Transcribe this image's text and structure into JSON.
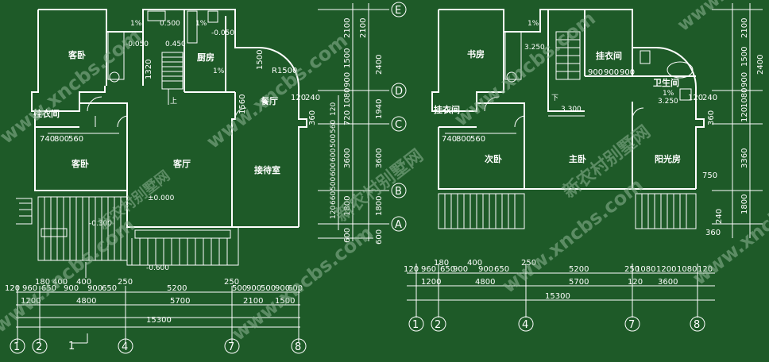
{
  "colors": {
    "background": "#1e5a28",
    "line": "#ffffff",
    "watermark": "#8fb596"
  },
  "watermark": {
    "text": "www.xncbs.com",
    "text_cn": "新农村别墅网"
  },
  "plan_left": {
    "rooms": {
      "bedroom_top": "客卧",
      "kitchen": "厨房",
      "dining": "餐厅",
      "closet": "挂衣间",
      "bedroom_left": "客卧",
      "living": "客厅",
      "reception": "接待室"
    },
    "levels": {
      "l1": "-0.050",
      "l2": "0.500",
      "l3": "0.450",
      "l4": "-0.050",
      "l5": "±0.000",
      "l6": "-0.300",
      "l7": "-0.600"
    },
    "slopes": {
      "s1": "1%",
      "s2": "1%",
      "s3": "1%"
    },
    "dims": {
      "d1320": "1320",
      "d1560": "1560",
      "d1500": "1500",
      "r1500": "R1500",
      "d120a": "120",
      "d240": "240",
      "d360": "360",
      "d740": "740",
      "d800": "800",
      "d560": "560",
      "b_row1": [
        "120",
        "960",
        "180",
        "650",
        "400",
        "900",
        "400",
        "900",
        "650",
        "250",
        "5200",
        "250",
        "500",
        "900",
        "500",
        "900",
        "600"
      ],
      "b_1200": "1200",
      "b_4800": "4800",
      "b_5700": "5700",
      "b_2100": "2100",
      "b_1500": "1500",
      "b_15300": "15300",
      "up": "上"
    },
    "axes": [
      "1",
      "2",
      "4",
      "7",
      "8"
    ],
    "axis_label": "1"
  },
  "vertical_dims": {
    "right_col": [
      "2100",
      "1500",
      "900",
      "1080",
      "720",
      "3600",
      "1800",
      "600"
    ],
    "sub_col": [
      "2100",
      "2400",
      "1940",
      "3600",
      "1800",
      "600"
    ],
    "mini_col": [
      "120",
      "560",
      "500",
      "600",
      "600",
      "500",
      "660",
      "120"
    ],
    "axes": [
      "E",
      "D",
      "C",
      "B",
      "A"
    ]
  },
  "plan_right": {
    "rooms": {
      "study": "书房",
      "closet_top": "挂衣间",
      "bath": "卫生间",
      "closet_left": "挂衣间",
      "second_bed": "次卧",
      "master_bed": "主卧",
      "sunroom": "阳光房"
    },
    "levels": {
      "l1": "3.250",
      "l2": "3.300",
      "l3": "3.250"
    },
    "slopes": {
      "s1": "1%",
      "s2": "1%"
    },
    "dims": {
      "t900a": "900",
      "t900b": "900",
      "t900c": "900",
      "d120": "120",
      "d240": "240",
      "d360": "360",
      "d750": "750",
      "d740": "740",
      "d800": "800",
      "d560": "560",
      "b_row1": [
        "120",
        "960",
        "180",
        "650",
        "900",
        "400",
        "900",
        "650",
        "250",
        "5200",
        "250",
        "1080",
        "1200",
        "1080",
        "120"
      ],
      "b_1200": "1200",
      "b_4800": "4800",
      "b_5700": "5700",
      "b_120": "120",
      "b_3600": "3600",
      "b_15300": "15300",
      "down": "下"
    },
    "axes": [
      "1",
      "2",
      "4",
      "7",
      "8"
    ],
    "right_vdims": [
      "2100",
      "1500",
      "2400",
      "900",
      "1080",
      "120",
      "3360",
      "1800",
      "240",
      "360"
    ]
  }
}
